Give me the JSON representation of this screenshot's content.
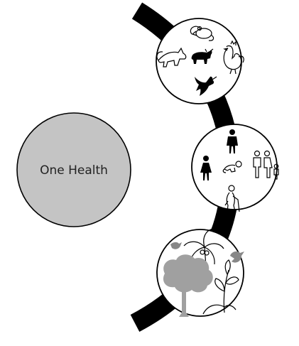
{
  "center": {
    "label": "One Health",
    "fill_color": "#c4c4c4"
  },
  "arc_color": "#000000",
  "circles": [
    {
      "domain": "animal-health",
      "icons": [
        "mouse-icon",
        "fox-icon",
        "bull-icon",
        "rooster-icon",
        "dove-icon"
      ]
    },
    {
      "domain": "human-health",
      "icons": [
        "man-icon",
        "woman-icon",
        "crawling-baby-icon",
        "family-icon",
        "elderly-person-icon"
      ]
    },
    {
      "domain": "environmental-health",
      "icons": [
        "bird-icon",
        "palm-tree-icon",
        "tree-icon",
        "growing-plant-icon",
        "bird-icon",
        "hill-icon"
      ]
    }
  ]
}
